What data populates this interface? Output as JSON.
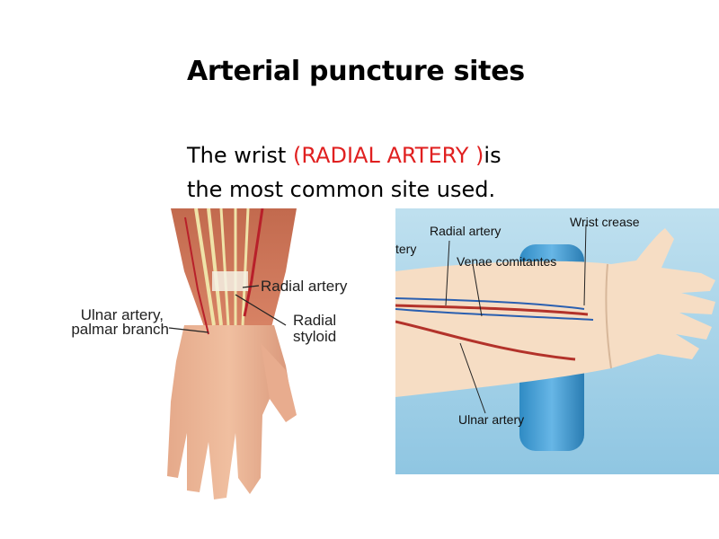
{
  "slide": {
    "title": "Arterial puncture sites",
    "body_part1": "The wrist ",
    "body_highlight": "(RADIAL ARTERY )",
    "body_part2": "is",
    "body_line2": "the most common site used.",
    "highlight_color": "#e02020"
  },
  "left_figure": {
    "labels": {
      "radial_artery": "Radial artery",
      "radial_styloid_line1": "Radial",
      "radial_styloid_line2": "styloid",
      "ulnar_line1": "Ulnar artery,",
      "ulnar_line2": "palmar branch"
    }
  },
  "right_figure": {
    "labels": {
      "wrist_crease": "Wrist crease",
      "radial_artery": "Radial artery",
      "artery_cut": "tery",
      "venae_comitantes": "Venae comitantes",
      "ulnar_artery": "Ulnar artery"
    }
  }
}
